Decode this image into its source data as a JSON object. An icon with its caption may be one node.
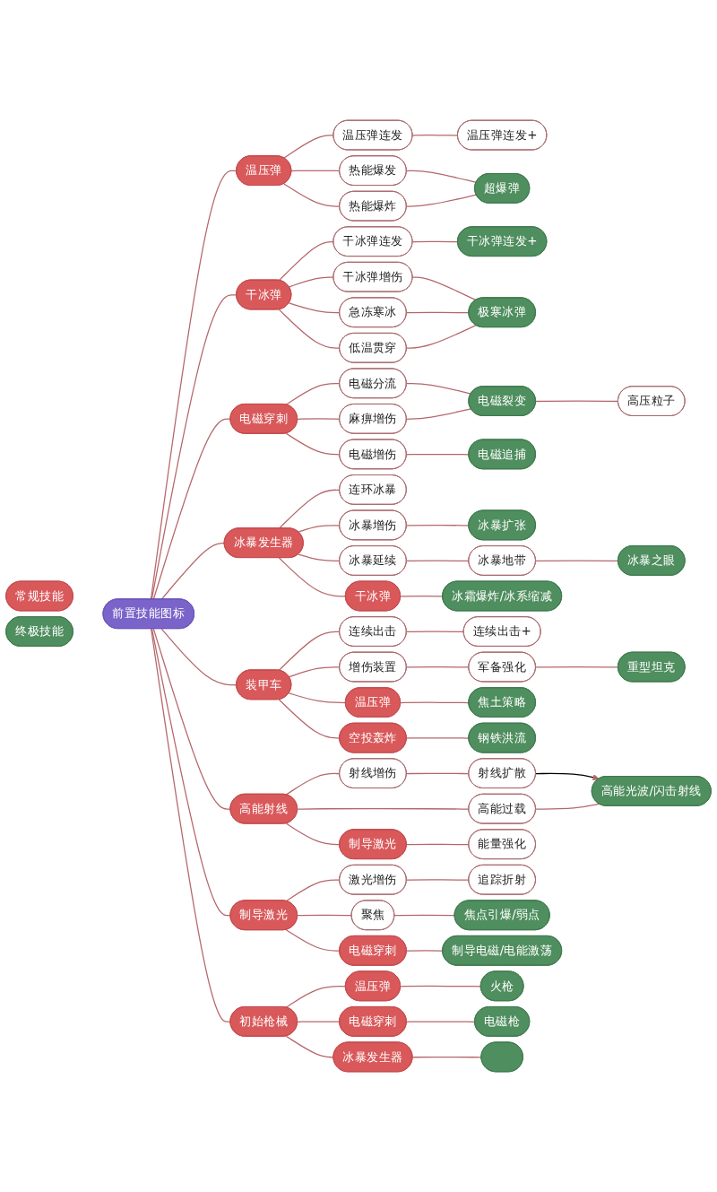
{
  "diagram": {
    "nodes": [
      {
        "text": [
          "常规技能"
        ]
      },
      {
        "text": [
          "前置技能图标"
        ]
      },
      {
        "text": [
          "终极技能"
        ]
      },
      {
        "text": [
          "温压弹"
        ]
      },
      {
        "text": [
          "温压弹连发"
        ]
      },
      {
        "text": [
          "热能爆发"
        ]
      },
      {
        "text": [
          "热能爆炸"
        ]
      },
      {
        "text": [
          "温压弹连发+"
        ]
      },
      {
        "text": [
          "超爆弹"
        ]
      },
      {
        "text": [
          "干冰弹"
        ]
      },
      {
        "text": [
          "干冰弹连发"
        ]
      },
      {
        "text": [
          "干冰弹增伤"
        ]
      },
      {
        "text": [
          "急冻寒冰"
        ]
      },
      {
        "text": [
          "低温贯穿"
        ]
      },
      {
        "text": [
          "干冰弹连发+"
        ]
      },
      {
        "text": [
          "极寒冰弹"
        ]
      },
      {
        "text": [
          "电磁穿刺"
        ]
      },
      {
        "text": [
          "电磁分流"
        ]
      },
      {
        "text": [
          "麻痹增伤"
        ]
      },
      {
        "text": [
          "电磁增伤"
        ]
      },
      {
        "text": [
          "电磁裂变"
        ]
      },
      {
        "text": [
          "高压粒子"
        ]
      },
      {
        "text": [
          "电磁追捕"
        ]
      },
      {
        "text": [
          "冰暴发生器"
        ]
      },
      {
        "text": [
          "连环冰暴"
        ]
      },
      {
        "text": [
          "冰暴增伤"
        ]
      },
      {
        "text": [
          "冰暴延续"
        ]
      },
      {
        "text": [
          "干冰弹"
        ]
      },
      {
        "text": [
          "冰暴扩张"
        ]
      },
      {
        "text": [
          "冰暴地带"
        ]
      },
      {
        "text": [
          "冰暴之眼"
        ]
      },
      {
        "text": [
          "冰霜爆炸/冰系缩减"
        ]
      },
      {
        "text": [
          "装甲车"
        ]
      },
      {
        "text": [
          "连续出击"
        ]
      },
      {
        "text": [
          "增伤装置"
        ]
      },
      {
        "text": [
          "温压弹"
        ]
      },
      {
        "text": [
          "空投轰炸"
        ]
      },
      {
        "text": [
          "连续出击+"
        ]
      },
      {
        "text": [
          "军备强化"
        ]
      },
      {
        "text": [
          "重型坦克"
        ]
      },
      {
        "text": [
          "焦土策略"
        ]
      },
      {
        "text": [
          "钢铁洪流"
        ]
      },
      {
        "text": [
          "高能射线"
        ]
      },
      {
        "text": [
          "射线增伤"
        ]
      },
      {
        "text": [
          "高能过载"
        ]
      },
      {
        "text": [
          "制导激光"
        ]
      },
      {
        "text": [
          "射线扩散"
        ]
      },
      {
        "text": [
          "高能光波/闪击射线"
        ]
      },
      {
        "text": [
          "能量强化"
        ]
      },
      {
        "text": [
          "制导激光"
        ]
      },
      {
        "text": [
          "激光增伤"
        ]
      },
      {
        "text": [
          "聚焦"
        ]
      },
      {
        "text": [
          "电磁穿刺"
        ]
      },
      {
        "text": [
          "追踪折射"
        ]
      },
      {
        "text": [
          "焦点引爆/弱点"
        ]
      },
      {
        "text": [
          "制导电磁/电能激荡"
        ]
      },
      {
        "text": [
          "初始枪械"
        ]
      },
      {
        "text": [
          "温压弹"
        ]
      },
      {
        "text": [
          "电磁穿刺"
        ]
      },
      {
        "text": [
          "冰暴发生器"
        ]
      },
      {
        "text": [
          "火枪"
        ]
      },
      {
        "text": [
          "电磁枪"
        ]
      },
      {
        "text": [],
        "shape": "box"
      }
    ],
    "edges": [
      {
        "from": 1,
        "to": 3,
        "arrow": "none"
      },
      {
        "from": 1,
        "to": 9,
        "arrow": "none"
      },
      {
        "from": 1,
        "to": 16,
        "arrow": "none"
      },
      {
        "from": 1,
        "to": 23,
        "arrow": "none"
      },
      {
        "from": 1,
        "to": 32,
        "arrow": "none"
      },
      {
        "from": 1,
        "to": 42,
        "arrow": "none"
      },
      {
        "from": 1,
        "to": 49,
        "arrow": "none"
      },
      {
        "from": 1,
        "to": 56,
        "arrow": "none"
      },
      {
        "from": 3,
        "to": 4,
        "arrow": "none"
      },
      {
        "from": 3,
        "to": 5,
        "arrow": "none"
      },
      {
        "from": 3,
        "to": 6,
        "arrow": "none"
      },
      {
        "from": 4,
        "to": 7,
        "arrow": "none"
      },
      {
        "from": 5,
        "to": 8,
        "arrow": "none"
      },
      {
        "from": 6,
        "to": 8,
        "arrow": "none"
      },
      {
        "from": 9,
        "to": 10,
        "arrow": "none"
      },
      {
        "from": 9,
        "to": 11,
        "arrow": "none"
      },
      {
        "from": 9,
        "to": 12,
        "arrow": "none"
      },
      {
        "from": 9,
        "to": 13,
        "arrow": "none"
      },
      {
        "from": 10,
        "to": 14,
        "arrow": "none"
      },
      {
        "from": 11,
        "to": 15,
        "arrow": "none"
      },
      {
        "from": 12,
        "to": 15,
        "arrow": "none"
      },
      {
        "from": 13,
        "to": 15,
        "arrow": "none"
      },
      {
        "from": 16,
        "to": 17,
        "arrow": "none"
      },
      {
        "from": 16,
        "to": 18,
        "arrow": "none"
      },
      {
        "from": 16,
        "to": 19,
        "arrow": "none"
      },
      {
        "from": 17,
        "to": 20,
        "arrow": "none"
      },
      {
        "from": 18,
        "to": 20,
        "arrow": "none"
      },
      {
        "from": 20,
        "to": 21,
        "arrow": "none"
      },
      {
        "from": 19,
        "to": 22,
        "arrow": "none"
      },
      {
        "from": 23,
        "to": 24,
        "arrow": "none"
      },
      {
        "from": 23,
        "to": 25,
        "arrow": "none"
      },
      {
        "from": 23,
        "to": 26,
        "arrow": "none"
      },
      {
        "from": 23,
        "to": 27,
        "arrow": "none"
      },
      {
        "from": 25,
        "to": 28,
        "arrow": "none"
      },
      {
        "from": 26,
        "to": 29,
        "arrow": "none"
      },
      {
        "from": 29,
        "to": 30,
        "arrow": "none"
      },
      {
        "from": 27,
        "to": 31,
        "arrow": "none"
      },
      {
        "from": 32,
        "to": 33,
        "arrow": "none"
      },
      {
        "from": 32,
        "to": 34,
        "arrow": "none"
      },
      {
        "from": 32,
        "to": 35,
        "arrow": "none"
      },
      {
        "from": 32,
        "to": 36,
        "arrow": "none"
      },
      {
        "from": 33,
        "to": 37,
        "arrow": "none"
      },
      {
        "from": 34,
        "to": 38,
        "arrow": "none"
      },
      {
        "from": 38,
        "to": 39,
        "arrow": "none"
      },
      {
        "from": 35,
        "to": 40,
        "arrow": "none"
      },
      {
        "from": 36,
        "to": 41,
        "arrow": "none"
      },
      {
        "from": 42,
        "to": 43,
        "arrow": "none"
      },
      {
        "from": 42,
        "to": 44,
        "arrow": "none"
      },
      {
        "from": 42,
        "to": 45,
        "arrow": "none"
      },
      {
        "from": 43,
        "to": 46,
        "arrow": "none"
      },
      {
        "from": 46,
        "to": 47,
        "arrow": "to",
        "color": "#000000"
      },
      {
        "from": 44,
        "to": 47,
        "arrow": "none"
      },
      {
        "from": 45,
        "to": 48,
        "arrow": "none"
      },
      {
        "from": 49,
        "to": 50,
        "arrow": "none"
      },
      {
        "from": 49,
        "to": 51,
        "arrow": "none"
      },
      {
        "from": 49,
        "to": 52,
        "arrow": "none"
      },
      {
        "from": 50,
        "to": 53,
        "arrow": "none"
      },
      {
        "from": 51,
        "to": 54,
        "arrow": "none"
      },
      {
        "from": 52,
        "to": 55,
        "arrow": "none"
      },
      {
        "from": 56,
        "to": 57,
        "arrow": "none"
      },
      {
        "from": 56,
        "to": 58,
        "arrow": "none"
      },
      {
        "from": 56,
        "to": 59,
        "arrow": "none"
      },
      {
        "from": 57,
        "to": 60,
        "arrow": "none"
      },
      {
        "from": 58,
        "to": 61,
        "arrow": "none"
      },
      {
        "from": 59,
        "to": 62,
        "arrow": "none"
      }
    ]
  }
}
